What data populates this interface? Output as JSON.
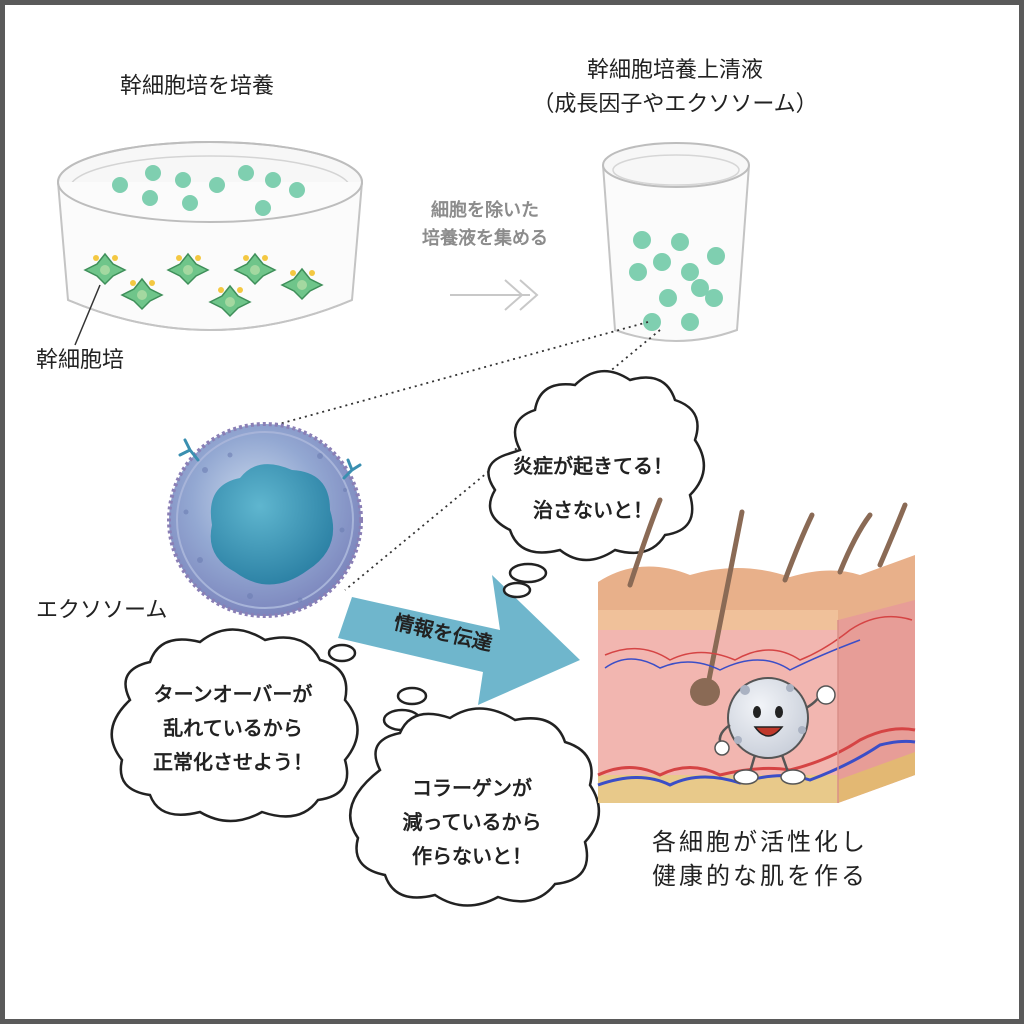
{
  "step1_title": "幹細胞培を培養",
  "step2_title_line1": "幹細胞培養上清液",
  "step2_title_line2": "（成長因子やエクソソーム）",
  "arrow_caption_line1": "細胞を除いた",
  "arrow_caption_line2": "培養液を集める",
  "stem_cell_label": "幹細胞培",
  "exosome_label": "エクソソーム",
  "arrow_band_label": "情報を伝達",
  "bubble_inflammation_line1": "炎症が起きてる！",
  "bubble_inflammation_line2": "治さないと！",
  "bubble_turnover_line1": "ターンオーバーが",
  "bubble_turnover_line2": "乱れているから",
  "bubble_turnover_line3": "正常化させよう！",
  "bubble_collagen_line1": "コラーゲンが",
  "bubble_collagen_line2": "減っているから",
  "bubble_collagen_line3": "作らないと！",
  "result_line1": "各細胞が活性化し",
  "result_line2": "健康的な肌を作る",
  "colors": {
    "frame": "#5a5a5a",
    "particle": "#7fcfb0",
    "stem_cell": "#6fc58a",
    "arrow_band": "#6fb6cc",
    "skin_top": "#e8b08a",
    "skin_dermis": "#f2b6b0",
    "fat": "#e8c98a"
  },
  "icons": [
    "petri-dish-icon",
    "vial-icon",
    "double-chevron-arrow-icon",
    "exosome-icon",
    "skin-cross-section-icon",
    "cell-mascot-icon"
  ]
}
